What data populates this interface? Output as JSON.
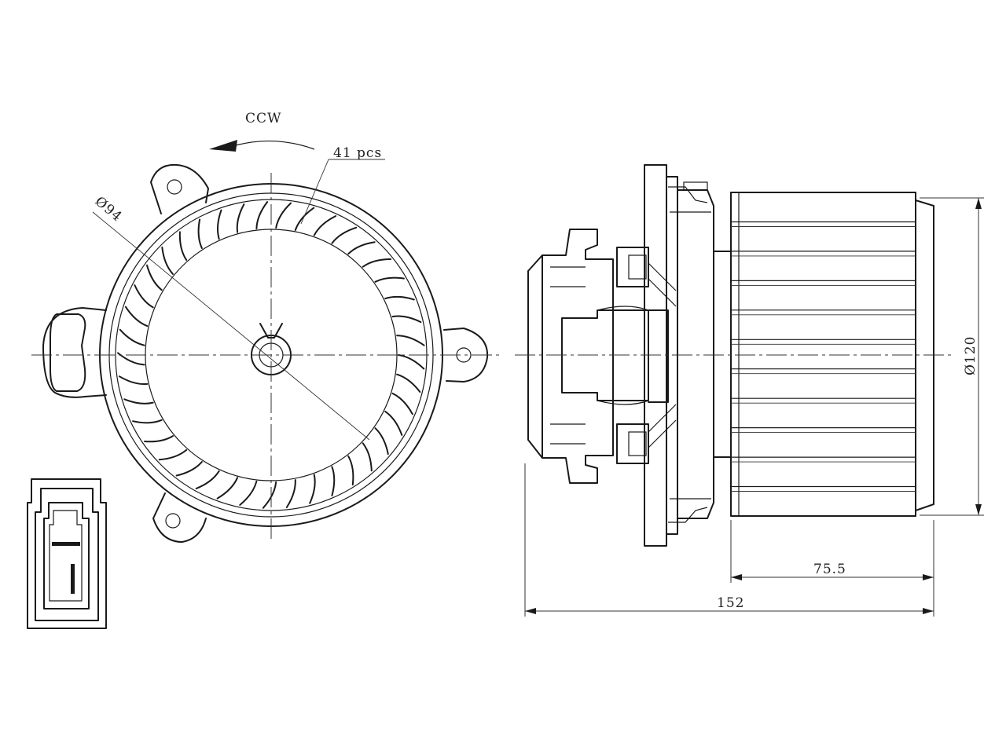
{
  "labels": {
    "rotation": "CCW",
    "blade_count": "41 pcs",
    "wheel_diameter": "Ø94",
    "housing_diameter": "Ø120",
    "wheel_length": "75.5",
    "overall_length": "152"
  },
  "colors": {
    "line": "#1a1a1a",
    "background": "#ffffff"
  },
  "blades": {
    "count": 41
  }
}
